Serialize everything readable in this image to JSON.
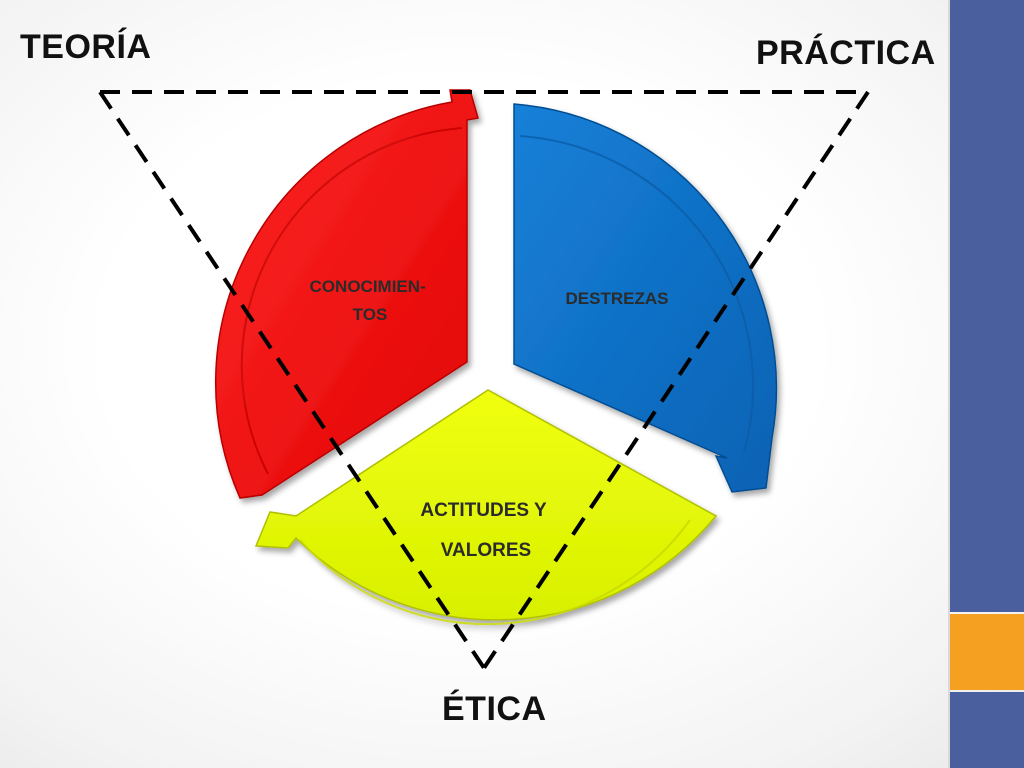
{
  "labels": {
    "top_left": "TEORÍA",
    "top_right": "PRÁCTICA",
    "bottom": "ÉTICA"
  },
  "segments": [
    {
      "id": "conocimientos",
      "lines": [
        "CONOCIMIEN-",
        "TOS"
      ],
      "color": "#ff0000"
    },
    {
      "id": "destrezas",
      "lines": [
        "DESTREZAS"
      ],
      "color": "#0e73c8"
    },
    {
      "id": "actitudes",
      "lines": [
        "ACTITUDES Y",
        "VALORES"
      ],
      "color": "#e8ff00"
    }
  ],
  "colors": {
    "band_blue": "#4a5f9e",
    "band_orange": "#f5a020",
    "triangle_line": "#000000"
  }
}
